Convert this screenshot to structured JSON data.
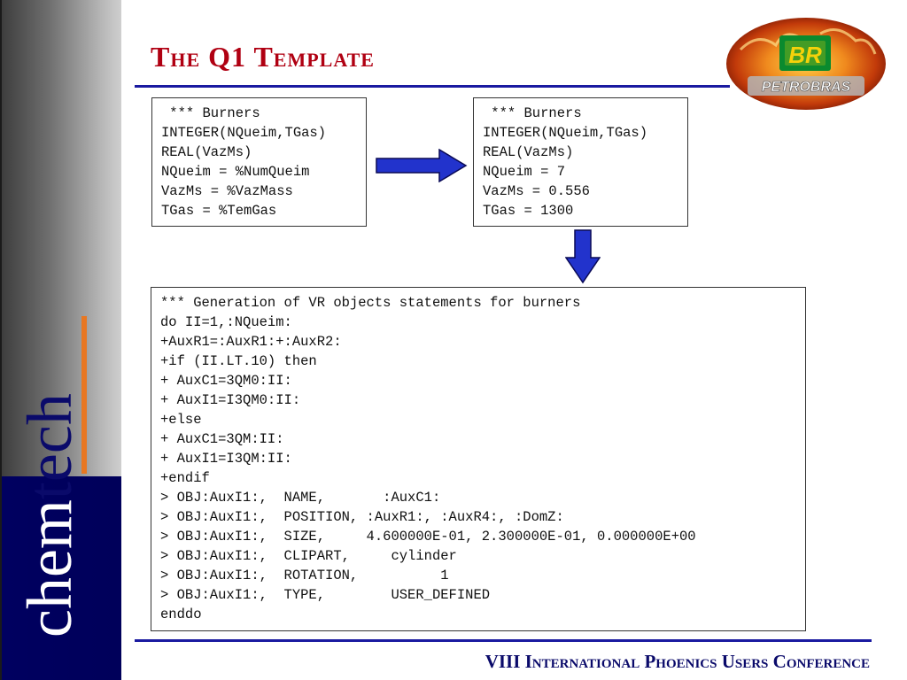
{
  "slide": {
    "title": "The Q1 Template",
    "footer": "VIII International Phoenics Users Conference"
  },
  "brand": {
    "part1": "chem",
    "part2": "tech"
  },
  "logo": {
    "badge": "BR",
    "name": "PETROBRAS",
    "colors": {
      "green": "#0a8a2e",
      "yellow": "#f5d20a",
      "orange": "#e8791a"
    }
  },
  "template_box": {
    "lines": [
      " *** Burners",
      "INTEGER(NQueim,TGas)",
      "REAL(VazMs)",
      "NQueim = %NumQueim",
      "VazMs = %VazMass",
      "TGas = %TemGas"
    ]
  },
  "result_box": {
    "lines": [
      " *** Burners",
      "INTEGER(NQueim,TGas)",
      "REAL(VazMs)",
      "NQueim = 7",
      "VazMs = 0.556",
      "TGas = 1300"
    ]
  },
  "generation_box": {
    "lines": [
      "*** Generation of VR objects statements for burners",
      "do II=1,:NQueim:",
      "+AuxR1=:AuxR1:+:AuxR2:",
      "+if (II.LT.10) then",
      "+ AuxC1=3QM0:II:",
      "+ AuxI1=I3QM0:II:",
      "+else",
      "+ AuxC1=3QM:II:",
      "+ AuxI1=I3QM:II:",
      "+endif",
      "> OBJ:AuxI1:,  NAME,       :AuxC1:",
      "> OBJ:AuxI1:,  POSITION, :AuxR1:, :AuxR4:, :DomZ:",
      "> OBJ:AuxI1:,  SIZE,     4.600000E-01, 2.300000E-01, 0.000000E+00",
      "> OBJ:AuxI1:,  CLIPART,     cylinder",
      "> OBJ:AuxI1:,  ROTATION,          1",
      "> OBJ:AuxI1:,  TYPE,        USER_DEFINED",
      "enddo"
    ]
  },
  "arrows": {
    "right": "arrow-right-icon",
    "down": "arrow-down-icon",
    "color": "#2233cc"
  }
}
